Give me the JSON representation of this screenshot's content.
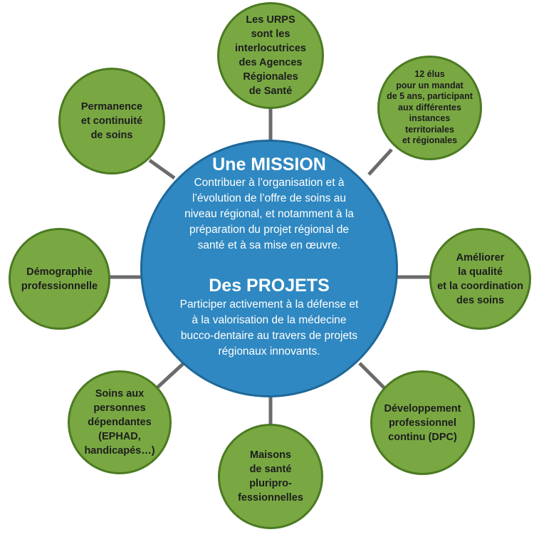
{
  "colors": {
    "center_fill": "#2f88c1",
    "center_border": "#1f6898",
    "satellite_fill": "#79a843",
    "satellite_border": "#4c7a22",
    "connector": "#6b6b6b"
  },
  "center": {
    "mission_title": "Une MISSION",
    "mission_text": "Contribuer à l’organisation et à\nl’évolution de l’offre de soins au\nniveau régional, et notamment à la\npréparation du projet régional de\nsanté et à sa mise en œuvre.",
    "projets_title": "Des PROJETS",
    "projets_text": "Participer activement à la défense et\nà la valorisation de la médecine\nbucco-dentaire au travers de projets\nrégionaux innovants."
  },
  "satellites": [
    {
      "text": "Les URPS\nsont les\ninterlocutrices\ndes Agences\nRégionales\nde Santé"
    },
    {
      "text": "12 élus\npour un mandat\nde 5 ans, participant\naux différentes\ninstances\nterritoriales\net régionales"
    },
    {
      "text": "Améliorer\nla qualité\net la coordination\ndes soins"
    },
    {
      "text": "Développement\nprofessionnel\ncontinu (DPC)"
    },
    {
      "text": "Maisons\nde santé\npluripro-\nfessionnelles"
    },
    {
      "text": "Soins aux\npersonnes\ndépendantes\n(EPHAD,\nhandicapés…)"
    },
    {
      "text": "Démographie\nprofessionnelle"
    },
    {
      "text": "Permanence\net continuité\nde soins"
    }
  ]
}
